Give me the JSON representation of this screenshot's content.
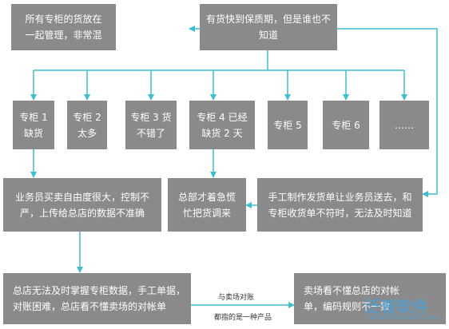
{
  "boxes": {
    "top_left": "所有专柜的货放在\n一起管理，非常混",
    "top_center": "有货快到保质期，但是谁也不知道",
    "counter1": "专柜 1\n缺货",
    "counter2": "专柜 2\n太多",
    "counter3": "专柜 3 货\n不错了",
    "counter4": "专柜 4 已经\n缺货 2 天",
    "counter5": "专柜 5",
    "counter6": "专柜 6",
    "counter_more": "……",
    "mid_left": "业务员买卖自由度很大，控制不\n严，上传给总店的数据不准确",
    "mid_center": "总部才着急慌\n忙把货调来",
    "mid_right": "手工制作发货单让业务员送去，和\n专柜收货单不符时，无法及时知道",
    "bottom_left": "总店无法及时掌握专柜数据，手工单据，\n对账困难，总店看不懂卖场的对帐单",
    "bottom_right": "卖场看不懂总店的对帐\n单，编码规则不一致"
  },
  "edge_labels": {
    "top": "与卖场对账",
    "bottom": "都指的是一种产品"
  },
  "watermark": {
    "brand": "泛普软件",
    "url": "www.fanpusoft.com"
  },
  "colors": {
    "box_fill": "#8a8a8a",
    "box_text": "#ffffff",
    "arrow": "#3dbfcf"
  }
}
